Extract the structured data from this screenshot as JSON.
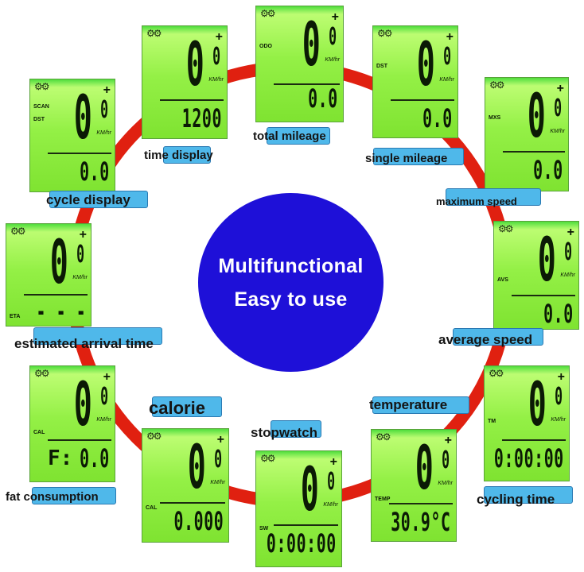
{
  "center": {
    "line1": "Multifunctional",
    "line2": "Easy to use",
    "color": "#1e10d8"
  },
  "colors": {
    "ring": "#e02010",
    "lcd": "#93ef45",
    "tag": "#4fb8ea"
  },
  "displays": {
    "total_mileage": {
      "mode": "ODO",
      "main": "0",
      "decimal": "0",
      "unit": "KM/hr",
      "bottom": "0.0",
      "label": "total mileage"
    },
    "time_display": {
      "main": "0",
      "decimal": "0",
      "unit": "KM/hr",
      "bottom": "1200",
      "label": "time display"
    },
    "single_mileage": {
      "mode": "DST",
      "main": "0",
      "decimal": "0",
      "unit": "KM/hr",
      "bottom": "0.0",
      "label": "single mileage"
    },
    "cycle_display": {
      "scan": "SCAN",
      "mode": "DST",
      "main": "0",
      "decimal": "0",
      "unit": "KM/hr",
      "bottom": "0.0",
      "label": "cycle display"
    },
    "maximum_speed": {
      "mode": "MXS",
      "main": "0",
      "decimal": "0",
      "unit": "KM/hr",
      "bottom": "0.0",
      "label": "maximum speed"
    },
    "estimated_arrival_time": {
      "mode": "ETA",
      "main": "0",
      "decimal": "0",
      "unit": "KM/hr",
      "bottom": "- - -",
      "label": "estimated arrival time"
    },
    "average_speed": {
      "mode": "AVS",
      "main": "0",
      "decimal": "0",
      "unit": "KM/hr",
      "bottom": "0.0",
      "label": "average speed"
    },
    "fat_consumption": {
      "mode": "CAL",
      "main": "0",
      "decimal": "0",
      "unit": "KM/hr",
      "fat_mark": "F:",
      "bottom": "0.0",
      "label": "fat consumption"
    },
    "calorie": {
      "mode": "CAL",
      "main": "0",
      "decimal": "0",
      "unit": "KM/hr",
      "bottom": "0.000",
      "label": "calorie"
    },
    "stopwatch": {
      "mode": "SW",
      "main": "0",
      "decimal": "0",
      "unit": "KM/hr",
      "bottom": "0:00:00",
      "label": "stopwatch"
    },
    "temperature": {
      "mode": "TEMP",
      "main": "0",
      "decimal": "0",
      "unit": "KM/hr",
      "bottom": "30.9°C",
      "label": "temperature"
    },
    "cycling_time": {
      "mode": "TM",
      "main": "0",
      "decimal": "0",
      "unit": "KM/hr",
      "bottom": "0:00:00",
      "label": "cycling time"
    }
  }
}
